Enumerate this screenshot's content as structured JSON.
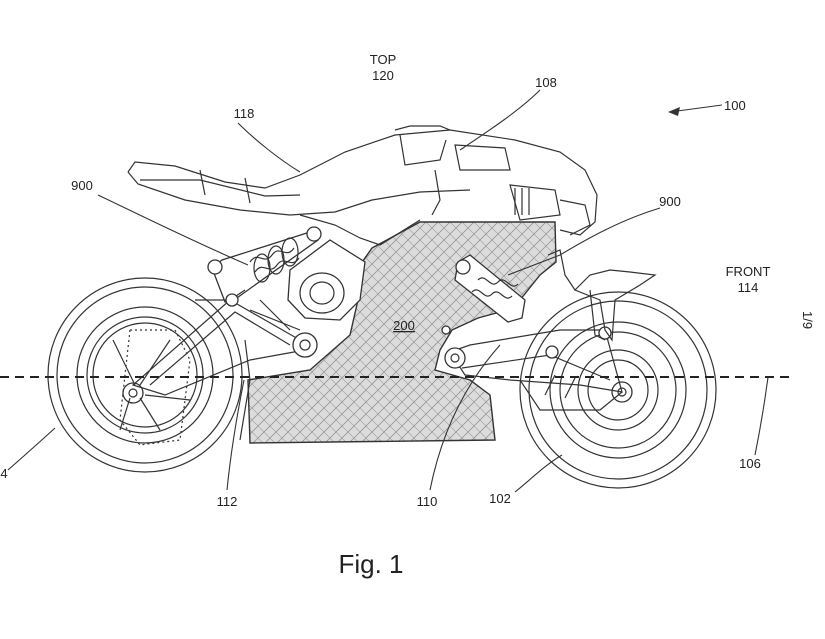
{
  "figure": {
    "caption": "Fig. 1",
    "sheet_number": "1/9"
  },
  "labels": {
    "top_word": "TOP",
    "top_ref": "120",
    "front_word": "FRONT",
    "front_ref": "114",
    "ref_100": "100",
    "ref_108": "108",
    "ref_118": "118",
    "ref_900_left": "900",
    "ref_900_right": "900",
    "ref_200": "200",
    "ref_112": "112",
    "ref_110": "110",
    "ref_102": "102",
    "ref_106": "106",
    "ref_104_partial": "4"
  },
  "colors": {
    "line": "#333333",
    "hatch_fill": "#d8d8d8",
    "background": "#ffffff"
  }
}
